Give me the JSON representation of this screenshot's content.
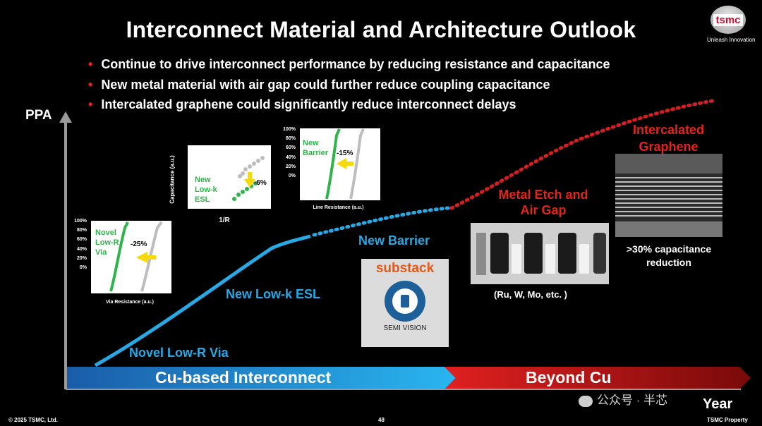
{
  "title": "Interconnect Material and Architecture Outlook",
  "logo": {
    "mark": "tsmc",
    "tagline": "Unleash Innovation"
  },
  "bullets": [
    "Continue to drive interconnect performance by reducing resistance and capacitance",
    "New metal material with air gap could further reduce coupling capacitance",
    "Intercalated graphene could significantly reduce interconnect delays"
  ],
  "axes": {
    "y": "PPA",
    "x": "Year"
  },
  "phases": {
    "cu": "Cu-based Interconnect",
    "beyond": "Beyond Cu"
  },
  "curve_labels": {
    "via": "Novel Low-R Via",
    "esl": "New Low-k ESL",
    "barrier": "New Barrier",
    "metal_etch": [
      "Metal Etch and",
      "Air Gap"
    ],
    "graphene": [
      "Intercalated",
      "Graphene"
    ]
  },
  "insets": {
    "via": {
      "label": [
        "Novel",
        "Low-R",
        "Via"
      ],
      "delta": "-25%",
      "ticks": [
        "100%",
        "80%",
        "60%",
        "40%",
        "20%",
        "0%"
      ],
      "xlabel": "Via Resistance (a.u.)"
    },
    "esl": {
      "label": [
        "New",
        "Low-k",
        "ESL"
      ],
      "delta": "-6%",
      "ylabel": "Capacitance (a.u.)",
      "xlabel": "1/R"
    },
    "barrier": {
      "label": [
        "New",
        "Barrier"
      ],
      "delta": "-15%",
      "ticks": [
        "100%",
        "80%",
        "60%",
        "40%",
        "20%",
        "0%"
      ],
      "xlabel": "Line Resistance (a.u.)"
    }
  },
  "captions": {
    "metal_etch": "(Ru, W, Mo, etc. )",
    "graphene": [
      ">30% capacitance",
      "reduction"
    ]
  },
  "watermark": {
    "brand": "substack",
    "name": "SEMI VISION"
  },
  "wechat": "公众号 · 半芯",
  "footer": {
    "left": "© 2025 TSMC, Ltd.",
    "page": "48",
    "right": "TSMC Property"
  },
  "colors": {
    "cu_blue": "#27a9e6",
    "beyond_red": "#e1251b",
    "new_green": "#2fb34a",
    "arrow_yellow": "#f5d90a"
  }
}
